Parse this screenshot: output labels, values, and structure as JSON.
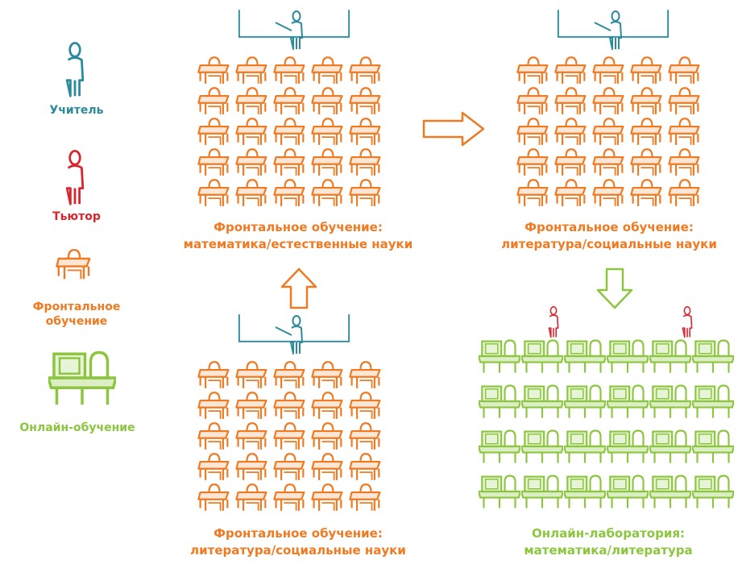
{
  "colors": {
    "teacher": "#2b8a9c",
    "tutor": "#d9262e",
    "frontal": "#f07a22",
    "online": "#8cc63e",
    "board": "#2b8a9c"
  },
  "legend": {
    "teacher": "Учитель",
    "tutor": "Тьютор",
    "frontal_line1": "Фронтальное",
    "frontal_line2": "обучение",
    "online": "Онлайн-обучение"
  },
  "classrooms": {
    "top_left": {
      "kind": "frontal",
      "caption_line1": "Фронтальное обучение:",
      "caption_line2": "математика/естественные науки"
    },
    "top_right": {
      "kind": "frontal",
      "caption_line1": "Фронтальное обучение:",
      "caption_line2": "литература/социальные науки"
    },
    "bottom_left": {
      "kind": "frontal",
      "caption_line1": "Фронтальное обучение:",
      "caption_line2": "литература/социальные науки"
    },
    "bottom_right": {
      "kind": "online",
      "caption_line1": "Онлайн-лаборатория:",
      "caption_line2": "математика/литература"
    }
  },
  "flow": [
    {
      "from": "bottom_left",
      "to": "top_left",
      "direction": "up"
    },
    {
      "from": "top_left",
      "to": "top_right",
      "direction": "right"
    },
    {
      "from": "top_right",
      "to": "bottom_right",
      "direction": "down"
    }
  ]
}
